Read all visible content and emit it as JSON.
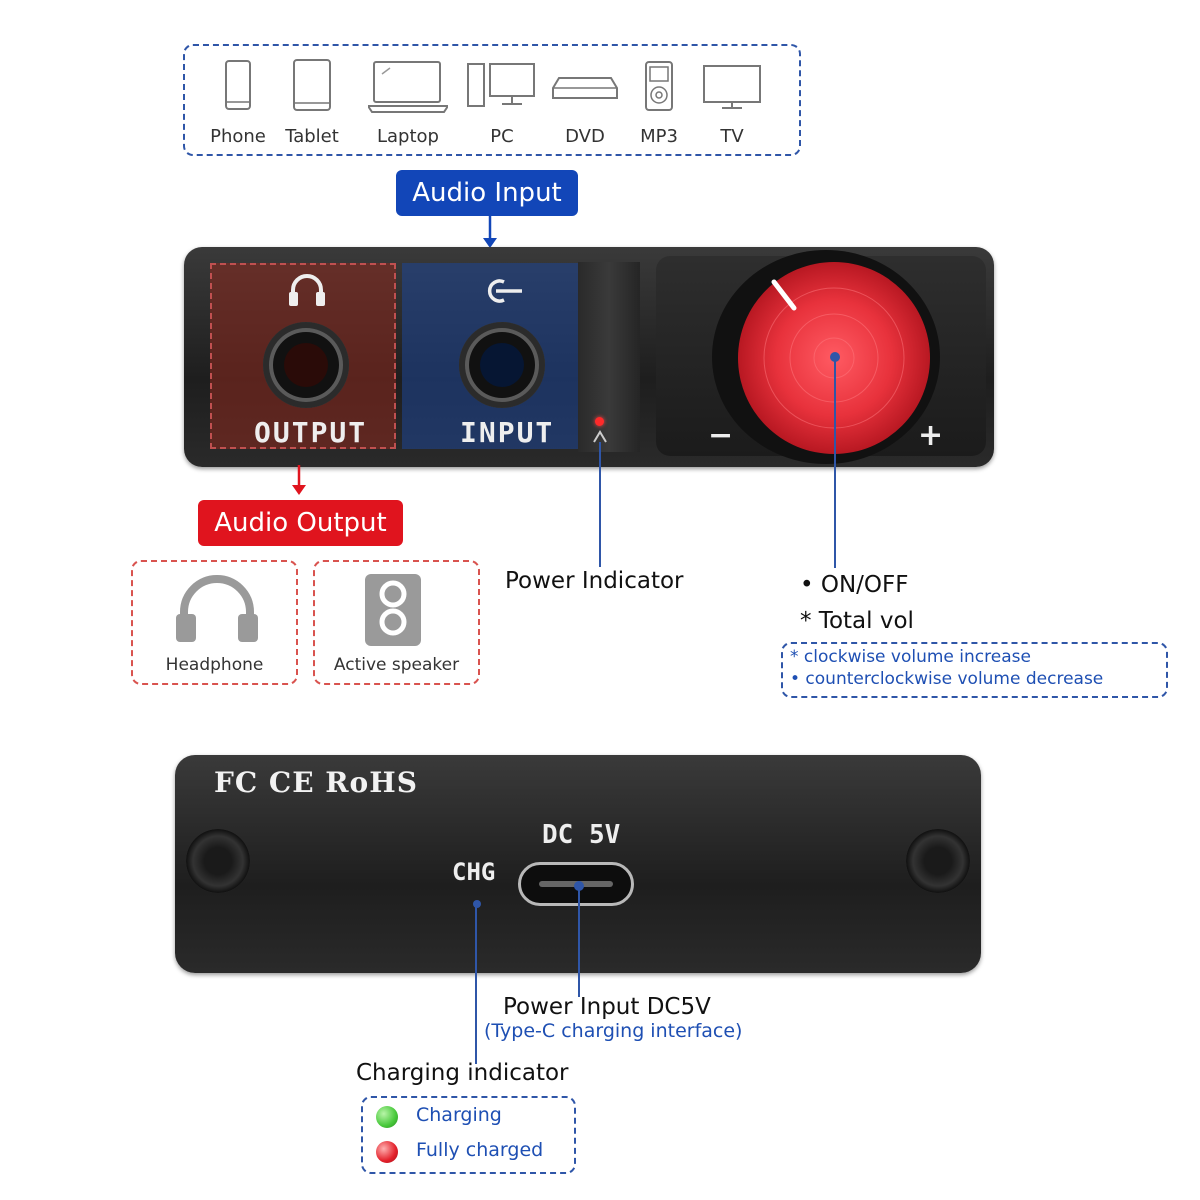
{
  "sources": {
    "items": [
      {
        "label": "Phone",
        "icon": "phone-icon"
      },
      {
        "label": "Tablet",
        "icon": "tablet-icon"
      },
      {
        "label": "Laptop",
        "icon": "laptop-icon"
      },
      {
        "label": "PC",
        "icon": "pc-icon"
      },
      {
        "label": "DVD",
        "icon": "dvd-icon"
      },
      {
        "label": "MP3",
        "icon": "mp3-icon"
      },
      {
        "label": "TV",
        "icon": "tv-icon"
      }
    ]
  },
  "front": {
    "audio_input_tag": "Audio Input",
    "audio_output_tag": "Audio Output",
    "output_label": "OUTPUT",
    "input_label": "INPUT",
    "minus": "−",
    "plus": "+"
  },
  "outputs": {
    "headphone": "Headphone",
    "speaker": "Active speaker"
  },
  "callouts": {
    "power_indicator": "Power Indicator",
    "knob_line1": "• ON/OFF",
    "knob_line2": "* Total vol",
    "knob_note1": "* clockwise volume increase",
    "knob_note2": "• counterclockwise volume decrease"
  },
  "back": {
    "certs": "FC CE RoHS",
    "dc_label": "DC 5V",
    "chg_label": "CHG",
    "power_input_title": "Power Input DC5V",
    "power_input_sub": "(Type-C charging interface)",
    "charging_title": "Charging indicator",
    "charging": "Charging",
    "fully_charged": "Fully charged"
  },
  "colors": {
    "blue": "#1246b8",
    "red": "#e0141e",
    "green_led": "#47c83a",
    "red_led": "#e3202a"
  }
}
